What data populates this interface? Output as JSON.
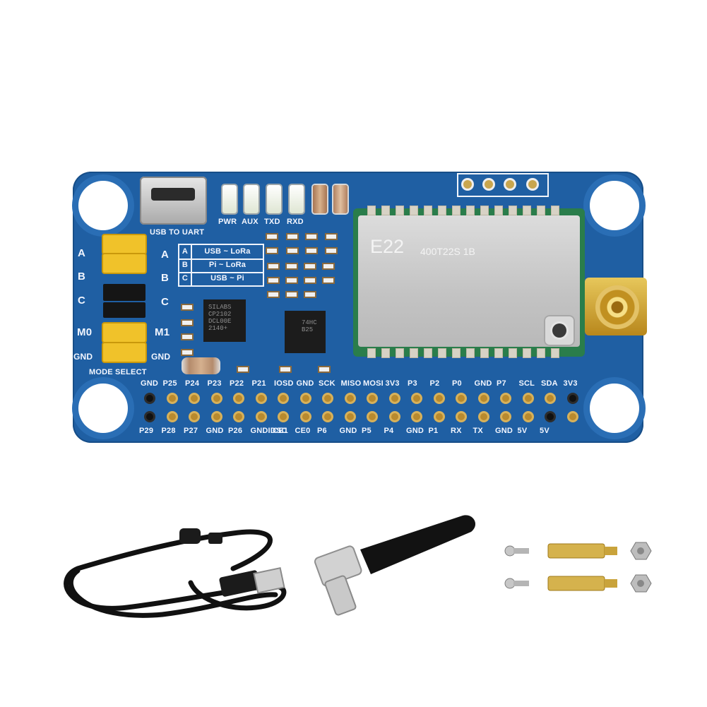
{
  "board": {
    "module_brand": "E22",
    "module_model": "400T22S 1B",
    "usb_label": "USB TO UART",
    "led_labels": [
      "PWR",
      "AUX",
      "TXD",
      "RXD"
    ],
    "mode_select_label": "MODE SELECT",
    "jumper_left_labels": [
      "A",
      "B",
      "C",
      "M0",
      "GND"
    ],
    "jumper_right_labels": [
      "A",
      "B",
      "C",
      "M1",
      "GND"
    ],
    "mode_table": [
      {
        "key": "A",
        "value": "USB ~ LoRa"
      },
      {
        "key": "B",
        "value": "Pi ~ LoRa"
      },
      {
        "key": "C",
        "value": "USB ~ Pi"
      }
    ],
    "chip1_text": "SILABS\nCP2102\nDCL00E\n2140+",
    "chip2_text": "74HC\nB25",
    "pin_top_labels": [
      "GND",
      "P25",
      "P24",
      "P23",
      "P22",
      "P21",
      "IOSD",
      "GND",
      "SCK",
      "MISO",
      "MOSI",
      "3V3",
      "P3",
      "P2",
      "P0",
      "GND",
      "P7",
      "SCL",
      "SDA",
      "3V3"
    ],
    "pin_bottom_labels": [
      "P29",
      "P28",
      "P27",
      "GND",
      "P26",
      "GNDIDSC",
      "CE1",
      "CE0",
      "P6",
      "GND",
      "P5",
      "P4",
      "GND",
      "P1",
      "RX",
      "TX",
      "GND",
      "5V",
      "5V"
    ]
  },
  "colors": {
    "pcb": "#1f5fa3",
    "silkscreen": "#f2f6ff",
    "jumper": "#f0c22a",
    "gold": "#d7b15a"
  },
  "accessories": [
    "usb-cable",
    "antenna",
    "screws",
    "standoffs",
    "nuts"
  ]
}
